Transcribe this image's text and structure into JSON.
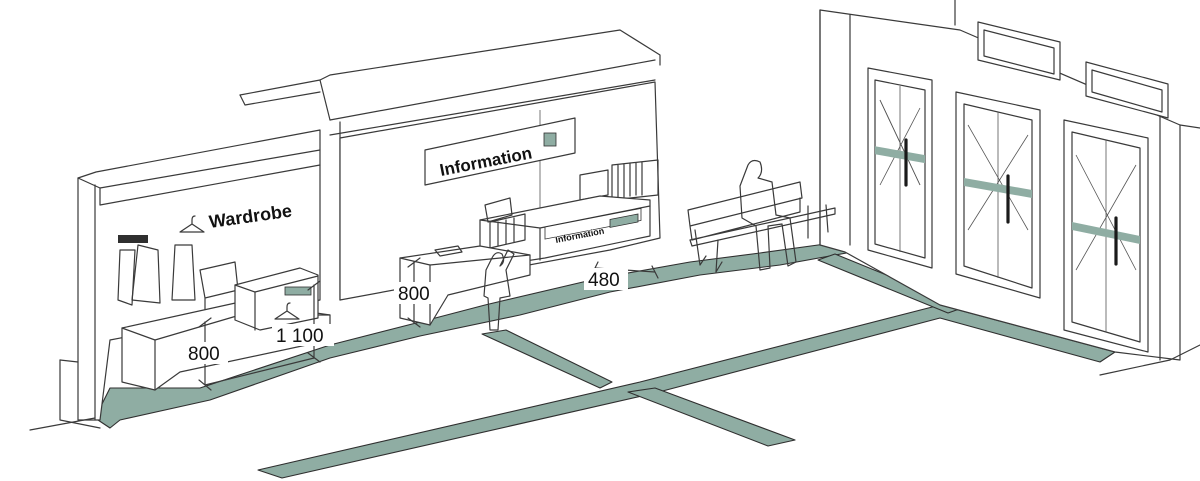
{
  "signs": {
    "wardrobe": "Wardrobe",
    "information": "Information",
    "information_desk": "Information"
  },
  "dimensions": {
    "wardrobe_counter_height": "800",
    "wardrobe_high_counter_height": "1 100",
    "information_counter_height": "800",
    "bench_clearance": "480"
  },
  "colors": {
    "tactile_band": "#8fada3",
    "line": "#3a3a3a",
    "background": "#ffffff"
  },
  "icons": [
    "hanger-icon"
  ]
}
